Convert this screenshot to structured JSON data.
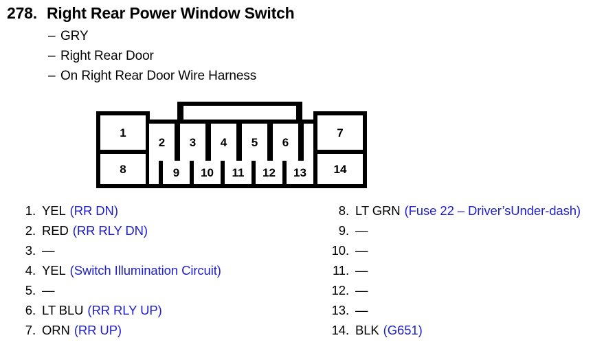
{
  "header": {
    "item_number": "278.",
    "title": "Right Rear Power Window Switch",
    "subtitles": [
      "GRY",
      "Right Rear Door",
      "On Right Rear Door Wire Harness"
    ],
    "dash": "–"
  },
  "connector": {
    "name": "14-pin connector pinout diagram",
    "pins": [
      {
        "label": "1"
      },
      {
        "label": "2"
      },
      {
        "label": "3"
      },
      {
        "label": "4"
      },
      {
        "label": "5"
      },
      {
        "label": "6"
      },
      {
        "label": "7"
      },
      {
        "label": "8"
      },
      {
        "label": "9"
      },
      {
        "label": "10"
      },
      {
        "label": "11"
      },
      {
        "label": "12"
      },
      {
        "label": "13"
      },
      {
        "label": "14"
      }
    ]
  },
  "colors": {
    "circuit_text": "#2020c8",
    "outline": "#000000",
    "background": "#ffffff"
  },
  "pin_list": {
    "empty_marker": "—",
    "left": [
      {
        "num": "1.",
        "wire": "YEL",
        "circuit": "(RR DN)"
      },
      {
        "num": "2.",
        "wire": "RED",
        "circuit": "(RR RLY DN)"
      },
      {
        "num": "3.",
        "wire": "",
        "circuit": ""
      },
      {
        "num": "4.",
        "wire": "YEL",
        "circuit": "(Switch Illumination Circuit)"
      },
      {
        "num": "5.",
        "wire": "",
        "circuit": ""
      },
      {
        "num": "6.",
        "wire": "LT BLU",
        "circuit": "(RR RLY UP)"
      },
      {
        "num": "7.",
        "wire": "ORN",
        "circuit": "(RR UP)"
      }
    ],
    "right": [
      {
        "num": "8.",
        "wire": "LT GRN",
        "circuit": "(Fuse 22 – Driver’sUnder-dash)"
      },
      {
        "num": "9.",
        "wire": "",
        "circuit": ""
      },
      {
        "num": "10.",
        "wire": "",
        "circuit": ""
      },
      {
        "num": "11.",
        "wire": "",
        "circuit": ""
      },
      {
        "num": "12.",
        "wire": "",
        "circuit": ""
      },
      {
        "num": "13.",
        "wire": "",
        "circuit": ""
      },
      {
        "num": "14.",
        "wire": "BLK",
        "circuit": "(G651)"
      }
    ]
  }
}
